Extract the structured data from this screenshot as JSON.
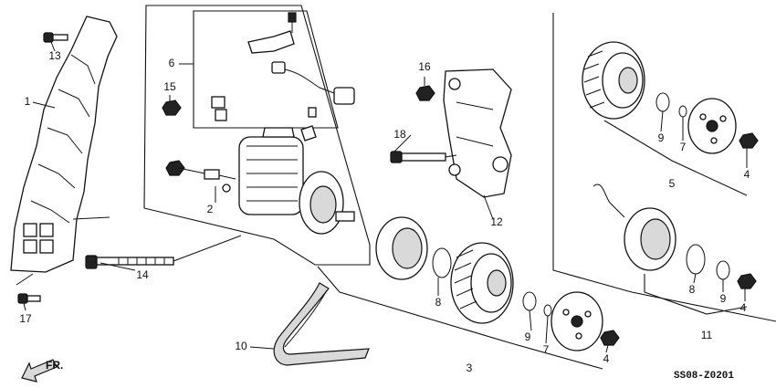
{
  "callouts": {
    "c1": "1",
    "c2": "2",
    "c3": "3",
    "c4a": "4",
    "c4b": "4",
    "c4c": "4",
    "c5": "5",
    "c6": "6",
    "c7a": "7",
    "c7b": "7",
    "c8a": "8",
    "c8b": "8",
    "c9a": "9",
    "c9b": "9",
    "c9c": "9",
    "c10": "10",
    "c11": "11",
    "c12": "12",
    "c13": "13",
    "c14": "14",
    "c15": "15",
    "c16": "16",
    "c17": "17",
    "c18": "18"
  },
  "diagram_code": "SS08-Z0201",
  "direction_label": "FR.",
  "colors": {
    "line": "#111111",
    "background": "#ffffff"
  }
}
